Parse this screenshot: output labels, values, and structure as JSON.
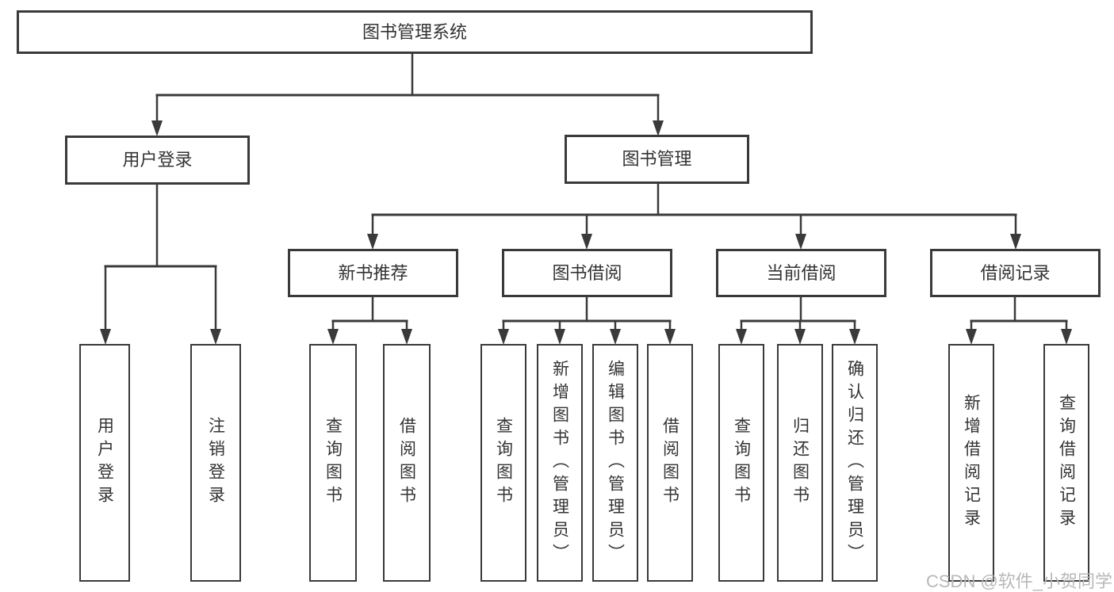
{
  "diagram": {
    "nodes": {
      "root": {
        "label": "图书管理系统"
      },
      "user_login": {
        "label": "用户登录"
      },
      "book_mgmt": {
        "label": "图书管理"
      },
      "new_book_rec": {
        "label": "新书推荐"
      },
      "book_borrow": {
        "label": "图书借阅"
      },
      "current_borrow": {
        "label": "当前借阅"
      },
      "borrow_record": {
        "label": "借阅记录"
      },
      "leaf_user_login": {
        "label": "用户登录"
      },
      "leaf_logout": {
        "label": "注销登录"
      },
      "leaf_nb_query": {
        "label": "查询图书"
      },
      "leaf_nb_borrow": {
        "label": "借阅图书"
      },
      "leaf_bb_query": {
        "label": "查询图书"
      },
      "leaf_bb_add": {
        "label": "新增图书（管理员）"
      },
      "leaf_bb_edit": {
        "label": "编辑图书（管理员）"
      },
      "leaf_bb_borrow": {
        "label": "借阅图书"
      },
      "leaf_cb_query": {
        "label": "查询图书"
      },
      "leaf_cb_return": {
        "label": "归还图书"
      },
      "leaf_cb_confirm": {
        "label": "确认归还（管理员）"
      },
      "leaf_br_add": {
        "label": "新增借阅记录"
      },
      "leaf_br_query": {
        "label": "查询借阅记录"
      }
    },
    "watermark": "CSDN @软件_小贺同学",
    "colors": {
      "line": "#3a3a3a",
      "box_border": "#3a3a3a",
      "text": "#333333",
      "watermark": "#b8b8b8",
      "background": "#ffffff"
    }
  }
}
